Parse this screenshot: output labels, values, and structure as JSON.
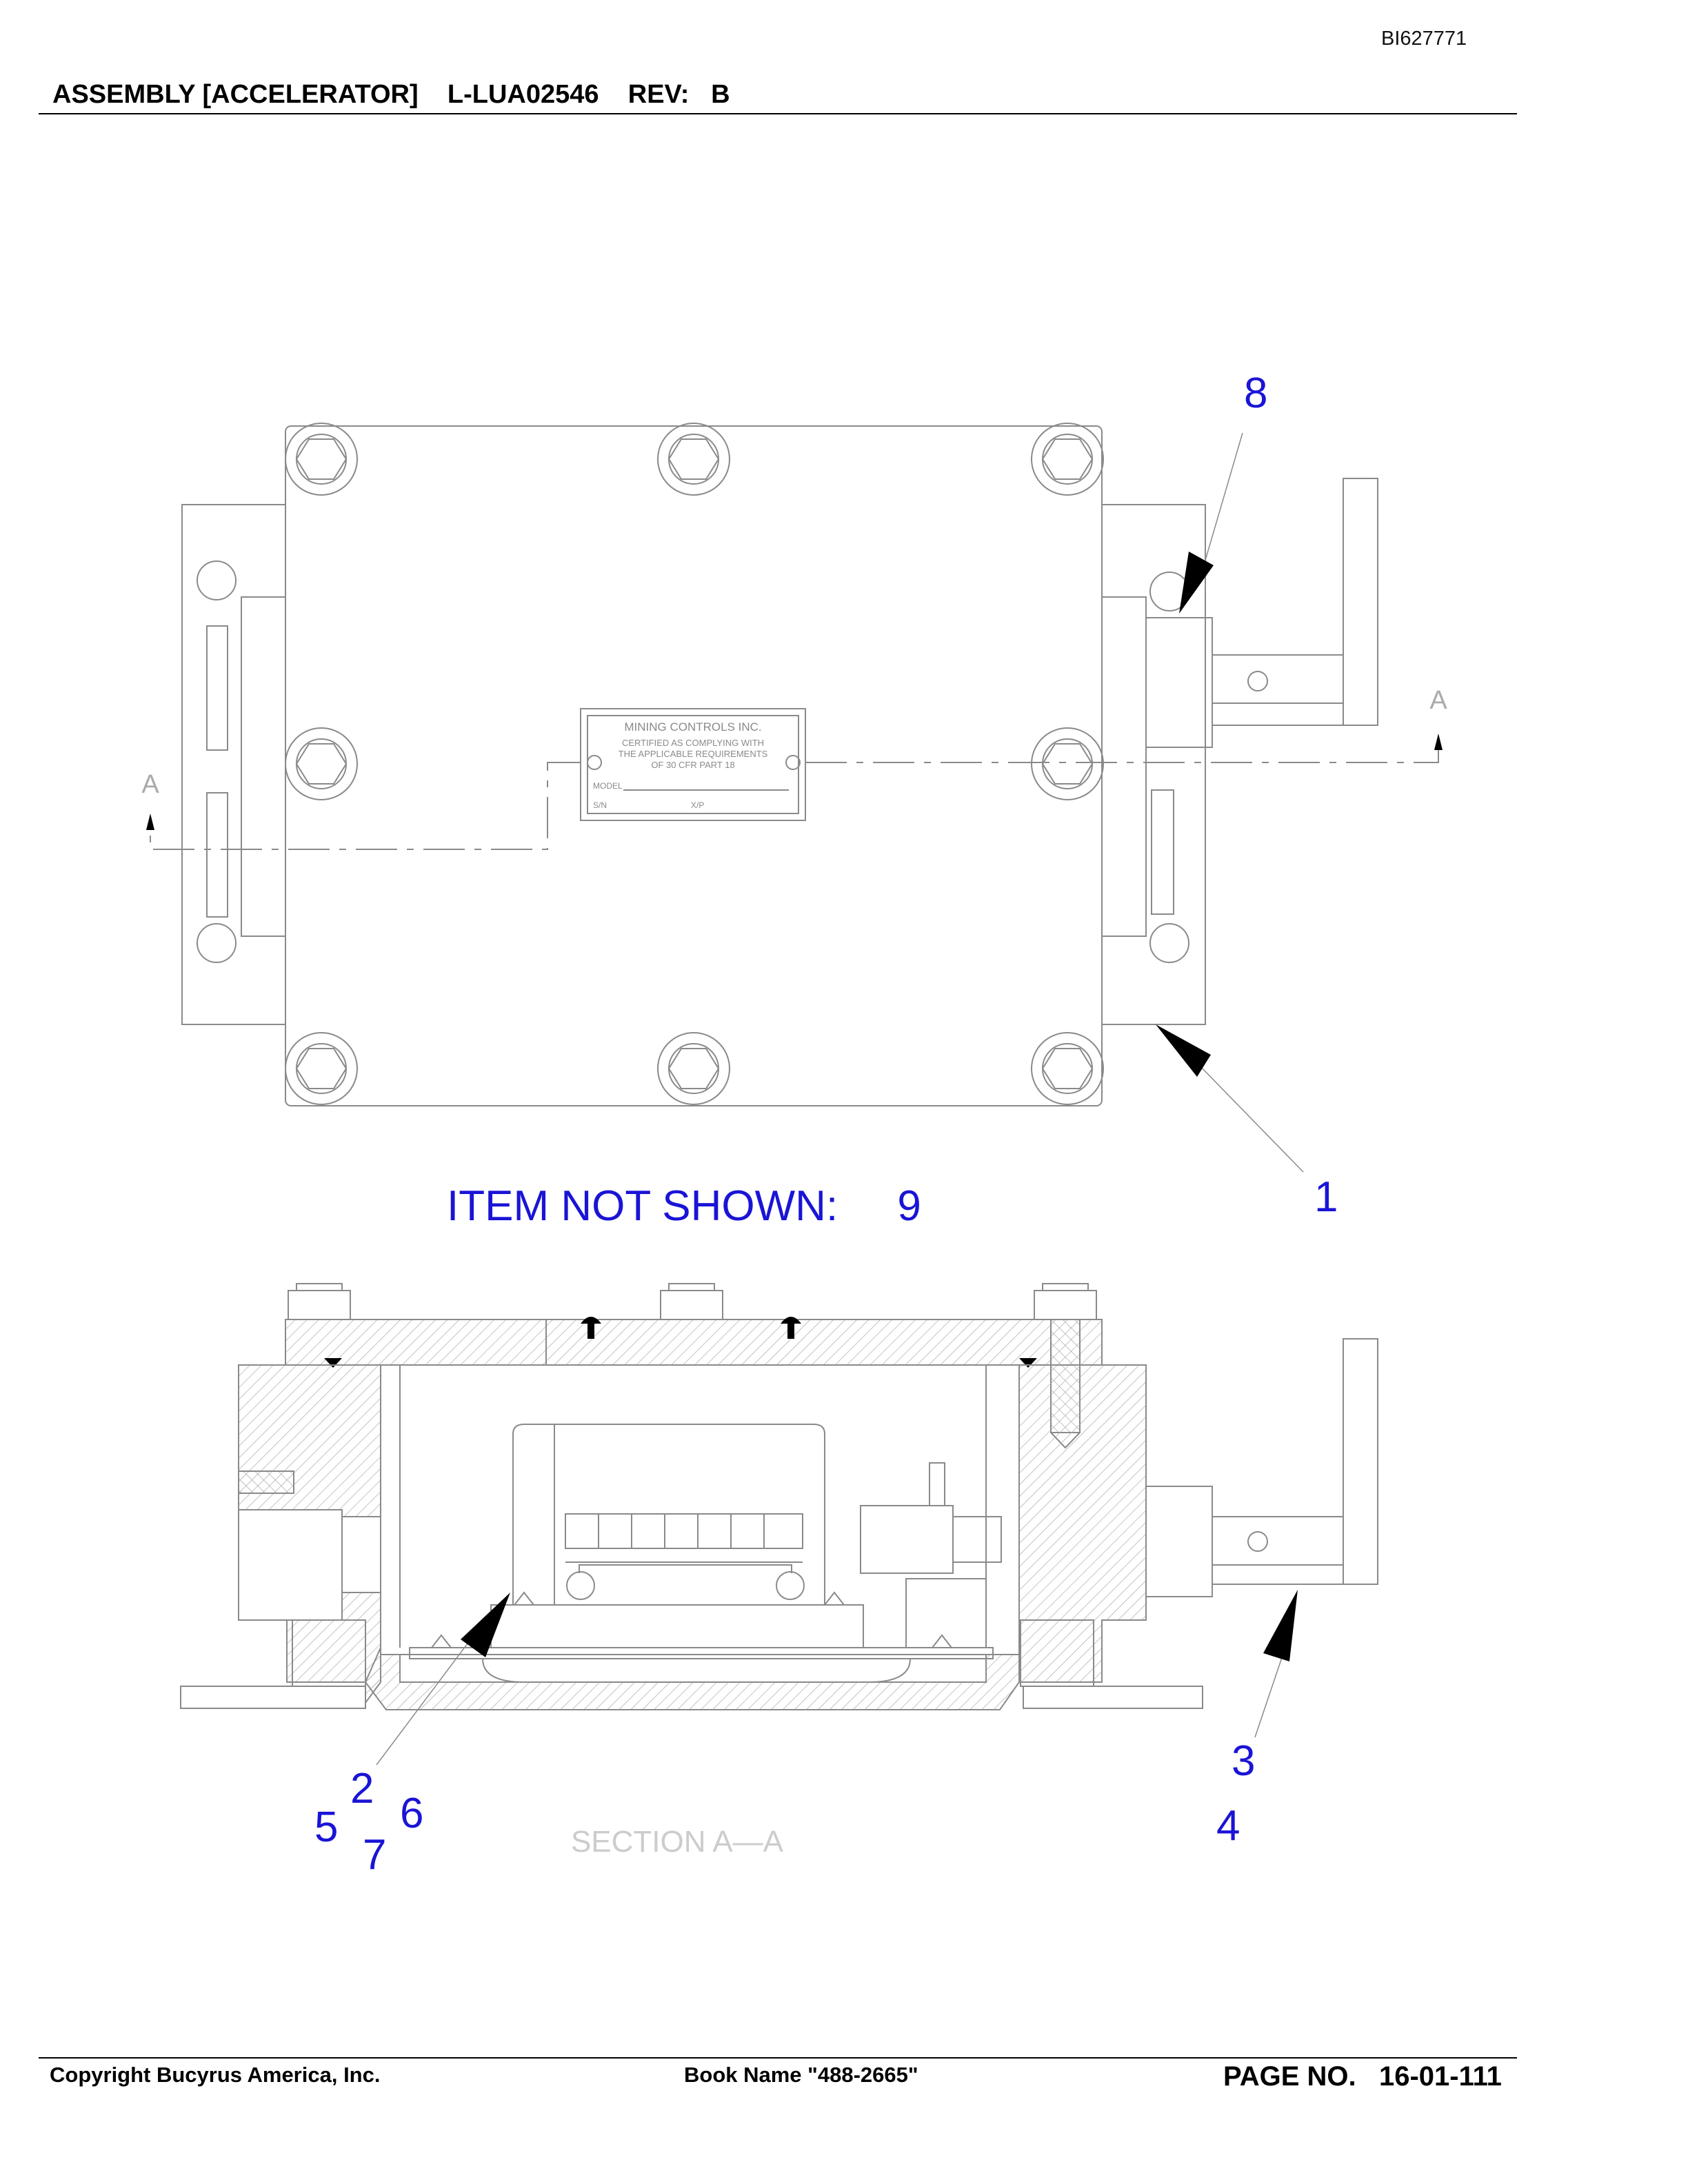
{
  "document_id": "BI627771",
  "header": {
    "title": "ASSEMBLY [ACCELERATOR]",
    "part_number": "L-LUA02546",
    "rev_label": "REV:",
    "rev_value": "B"
  },
  "nameplate": {
    "maker": "MINING CONTROLS INC.",
    "line1": "CERTIFIED AS COMPLYING WITH",
    "line2": "THE APPLICABLE REQUIREMENTS",
    "line3": "OF 30 CFR PART 18",
    "model_label": "MODEL",
    "sn_label": "S/N",
    "xp_label": "X/P"
  },
  "section_marks": {
    "left": "A",
    "right": "A"
  },
  "section_title": "SECTION  A—A",
  "callouts": {
    "item_1": "1",
    "item_2": "2",
    "item_3": "3",
    "item_4": "4",
    "item_5": "5",
    "item_6": "6",
    "item_7": "7",
    "item_8": "8"
  },
  "not_shown": {
    "label": "ITEM NOT SHOWN:",
    "item": "9"
  },
  "footer": {
    "copyright": "Copyright Bucyrus America, Inc.",
    "book": "Book Name \"488-2665\"",
    "page_label": "PAGE NO.",
    "page_value": "16-01-111"
  },
  "colors": {
    "callout": "#1a14d6",
    "linework": "#8a8a8a",
    "text": "#000000"
  }
}
